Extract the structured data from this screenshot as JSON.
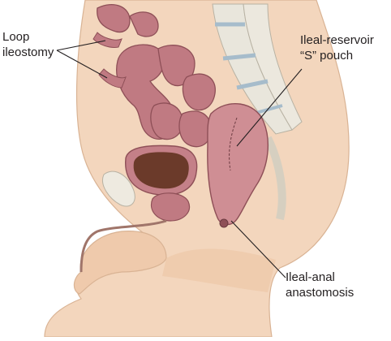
{
  "labels": {
    "loop_ileostomy": {
      "line1": "Loop",
      "line2": "ileostomy"
    },
    "ileal_reservoir": {
      "line1": "Ileal-reservoir",
      "line2": "“S” pouch"
    },
    "ileal_anal": {
      "line1": "Ileal-anal",
      "line2": "anastomosis"
    }
  },
  "colors": {
    "skin": "#f3d6bd",
    "skin_shadow": "#e6bd9c",
    "bowel": "#b8727a",
    "bowel_dark": "#8e4f57",
    "bowel_light": "#d69aa0",
    "bladder_inner": "#6b3a2a",
    "bone": "#e9e6dc",
    "disc": "#c9d6e0",
    "line": "#231f20"
  }
}
